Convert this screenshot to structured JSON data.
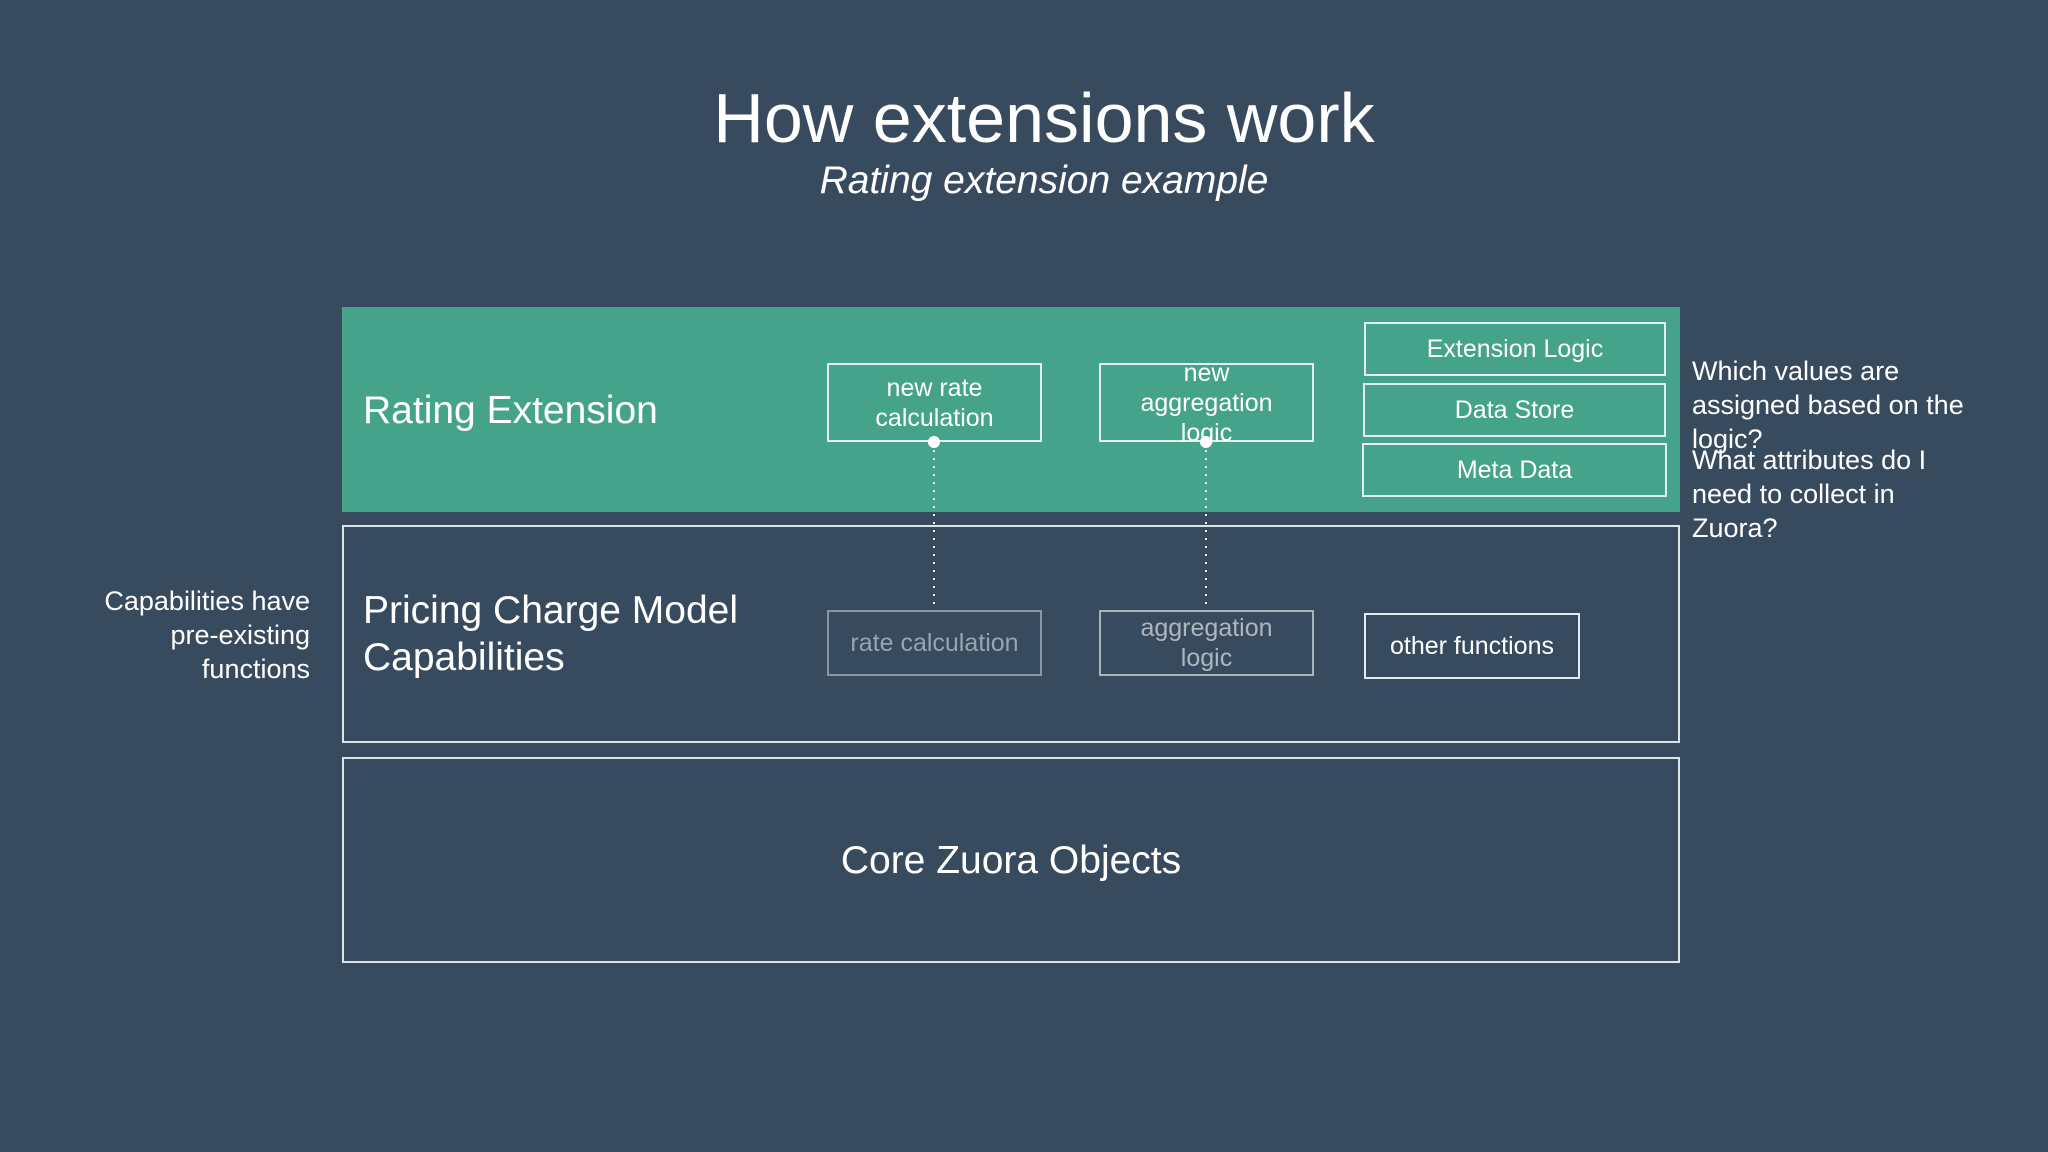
{
  "header": {
    "title": "How extensions work",
    "subtitle": "Rating extension example"
  },
  "layers": {
    "rating_extension": {
      "label": "Rating Extension",
      "boxes": {
        "new_rate": [
          "new rate",
          "calculation"
        ],
        "new_aggregation": [
          "new",
          "aggregation",
          "logic"
        ],
        "extension_logic": "Extension Logic",
        "data_store": "Data Store",
        "meta_data": "Meta Data"
      }
    },
    "pricing": {
      "label_line1": "Pricing Charge Model",
      "label_line2": "Capabilities",
      "boxes": {
        "rate_calculation": "rate calculation",
        "aggregation_logic": [
          "aggregation",
          "logic"
        ],
        "other_functions": "other functions"
      }
    },
    "core": {
      "label": "Core Zuora Objects"
    }
  },
  "annotations": {
    "left": [
      "Capabilities have",
      "pre-existing",
      "functions"
    ],
    "right_q1": [
      "Which values are",
      "assigned based on the",
      "logic?"
    ],
    "right_q2": [
      "What attributes do I",
      "need to collect in",
      "Zuora?"
    ]
  },
  "colors": {
    "background": "#384a5e",
    "extension_band": "#45a38a",
    "outline": "#dde3e8"
  }
}
